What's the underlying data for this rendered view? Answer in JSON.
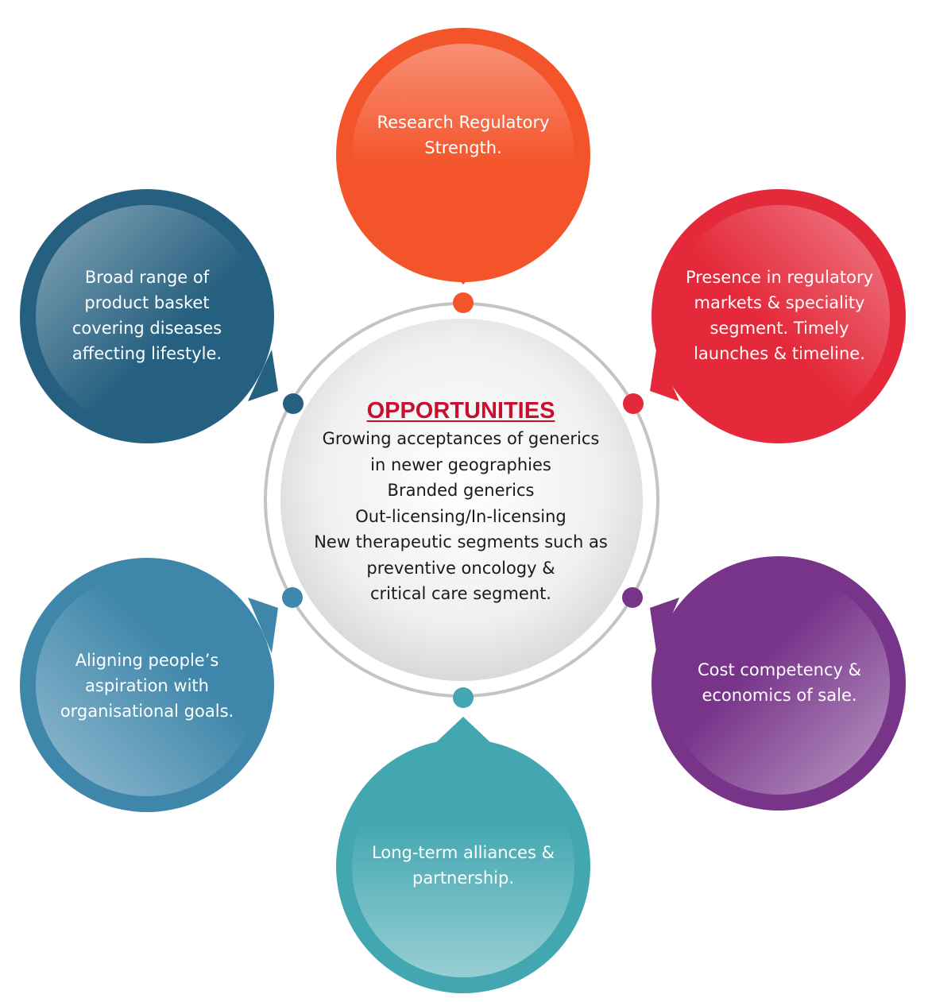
{
  "center": {
    "title": "OPPORTUNITIES",
    "lines": [
      "Growing acceptances of generics",
      "in newer geographies",
      "Branded generics",
      "Out-licensing/In-licensing",
      "New therapeutic segments such as",
      "preventive oncology &",
      "critical care segment."
    ]
  },
  "bubbles": [
    {
      "id": "top",
      "color": "#f4542a",
      "lines": [
        "Research Regulatory",
        "Strength."
      ]
    },
    {
      "id": "top-right",
      "color": "#e4293a",
      "lines": [
        "Presence in regulatory",
        "markets & speciality",
        "segment. Timely",
        "launches & timeline."
      ]
    },
    {
      "id": "bottom-right",
      "color": "#773489",
      "lines": [
        "Cost competency &",
        "economics of sale."
      ]
    },
    {
      "id": "bottom",
      "color": "#43a7b1",
      "lines": [
        "Long-term alliances &",
        "partnership."
      ]
    },
    {
      "id": "bottom-left",
      "color": "#3e86aa",
      "lines": [
        "Aligning people’s",
        "aspiration with",
        "organisational goals."
      ]
    },
    {
      "id": "top-left",
      "color": "#266080",
      "lines": [
        "Broad range of",
        "product basket",
        "covering diseases",
        "affecting lifestyle."
      ]
    }
  ]
}
